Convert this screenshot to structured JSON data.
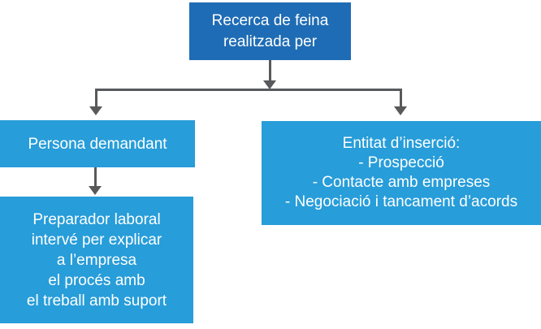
{
  "diagram": {
    "root": {
      "text": "Recerca de feina\nrealitzada per"
    },
    "branches": [
      {
        "id": "persona-demandant",
        "text": "Persona demandant"
      },
      {
        "id": "entitat-insercio",
        "text": "Entitat d’inserció:\n- Prospecció\n- Contacte amb empreses\n- Negociació i tancament d’acords"
      }
    ],
    "child": {
      "text": "Preparador laboral\nintervé per explicar\na l’empresa\nel procés amb\nel treball amb suport"
    },
    "colors": {
      "root_bg": "#1e6cb5",
      "node_bg": "#279dd9",
      "connector": "#58595b",
      "text": "#ffffff",
      "background": "#ffffff"
    }
  }
}
